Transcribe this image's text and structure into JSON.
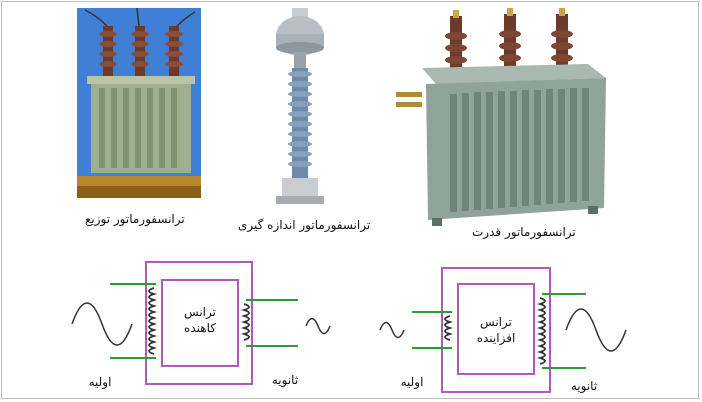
{
  "photos": {
    "distribution": {
      "caption": "ترانسفورماتور توزیع"
    },
    "measurement": {
      "caption": "ترانسفورماتور اندازه گیری"
    },
    "power": {
      "caption": "ترانسفورماتور قدرت"
    }
  },
  "diagrams": {
    "step_down": {
      "core_label_line1": "ترانس",
      "core_label_line2": "کاهنده",
      "primary_label": "اولیه",
      "secondary_label": "ثانویه"
    },
    "step_up": {
      "core_label_line1": "ترانس",
      "core_label_line2": "افزاینده",
      "primary_label": "اولیه",
      "secondary_label": "ثانویه"
    }
  },
  "colors": {
    "core": "#b05ab8",
    "leads": "#2e9b3a",
    "sky": "#3f7fd6",
    "tank": "#9fb08f",
    "porcelain": "#6b3a2a",
    "power_tank": "#8fa39a"
  }
}
